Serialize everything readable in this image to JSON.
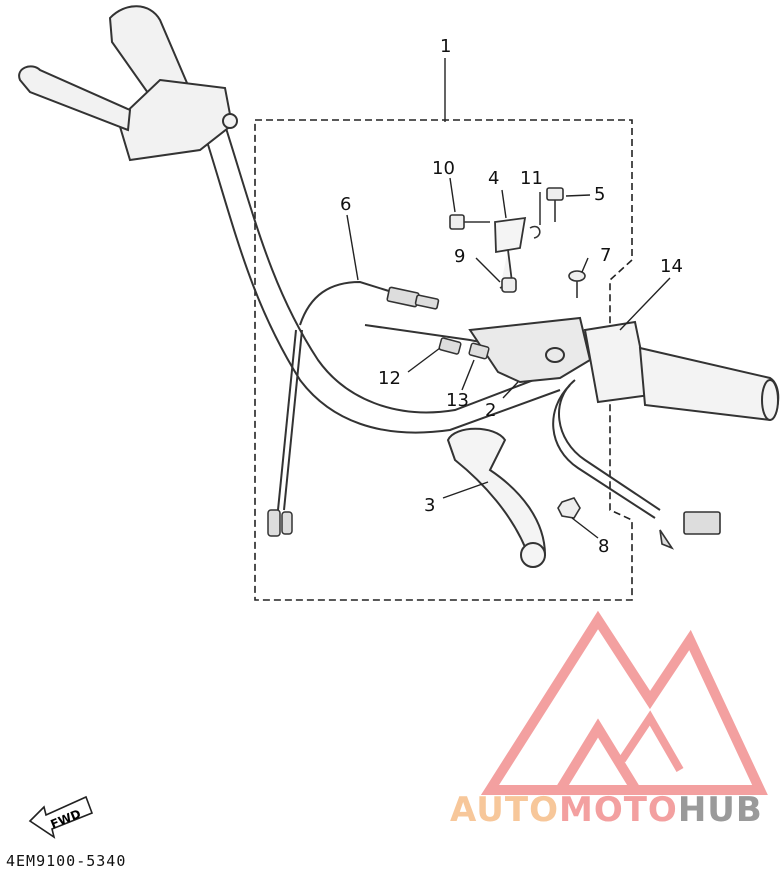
{
  "diagram": {
    "callouts": {
      "c1": "1",
      "c2": "2",
      "c3": "3",
      "c4": "4",
      "c5": "5",
      "c6": "6",
      "c7": "7",
      "c8": "8",
      "c9": "9",
      "c10": "10",
      "c11": "11",
      "c12": "12",
      "c13": "13",
      "c14": "14"
    },
    "part_code": "4EM9100-5340",
    "fwd_label": "FWD"
  },
  "watermark": {
    "auto": "AUTO",
    "moto": "MOTO",
    "hub": "HUB",
    "colors": {
      "orange": "#f7c79a",
      "red": "#f3a0a0",
      "gray": "#9a9a9a"
    }
  }
}
